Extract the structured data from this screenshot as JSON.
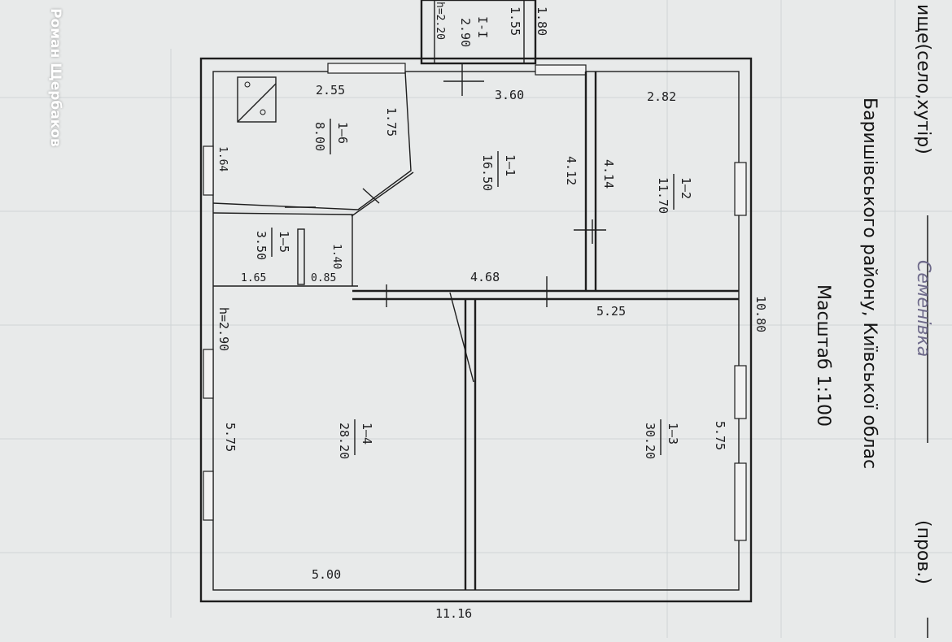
{
  "watermark": {
    "author": "Роман Щербаков"
  },
  "header": {
    "locality_label": "ище(село,хутір)",
    "locality_value": "Семенівка",
    "district_line": "Баришівського району, Київської облас",
    "scale": "Масштаб 1:100",
    "street_partial": "(пров.)"
  },
  "plan": {
    "overall_width": "11.16",
    "overall_length": "10.80",
    "ceiling_height": "h=2.90",
    "porch": {
      "code": "І-І",
      "area": "2.90",
      "height": "h=2.20",
      "side_a": "1.55",
      "side_b": "1.80"
    },
    "rooms": [
      {
        "id": "room-1-1",
        "code": "1—1",
        "area": "16.50",
        "dims": [
          "3.60",
          "4.12",
          "4.68",
          "1.75"
        ]
      },
      {
        "id": "room-1-2",
        "code": "1—2",
        "area": "11.70",
        "dims": [
          "2.82",
          "4.14"
        ]
      },
      {
        "id": "room-1-3",
        "code": "1—3",
        "area": "30.20",
        "dims": [
          "5.25",
          "5.75"
        ]
      },
      {
        "id": "room-1-4",
        "code": "1—4",
        "area": "28.20",
        "dims": [
          "5.75",
          "5.00"
        ]
      },
      {
        "id": "room-1-5",
        "code": "1—5",
        "area": "3.50",
        "dims": [
          "1.65",
          "0.85",
          "1.40"
        ]
      },
      {
        "id": "room-1-6",
        "code": "1—6",
        "area": "8.00",
        "dims": [
          "2.55",
          "1.64"
        ]
      }
    ]
  },
  "colors": {
    "paper": "#e8eaea",
    "ink": "#1e1e1e",
    "handwriting": "#1d1d1f"
  }
}
